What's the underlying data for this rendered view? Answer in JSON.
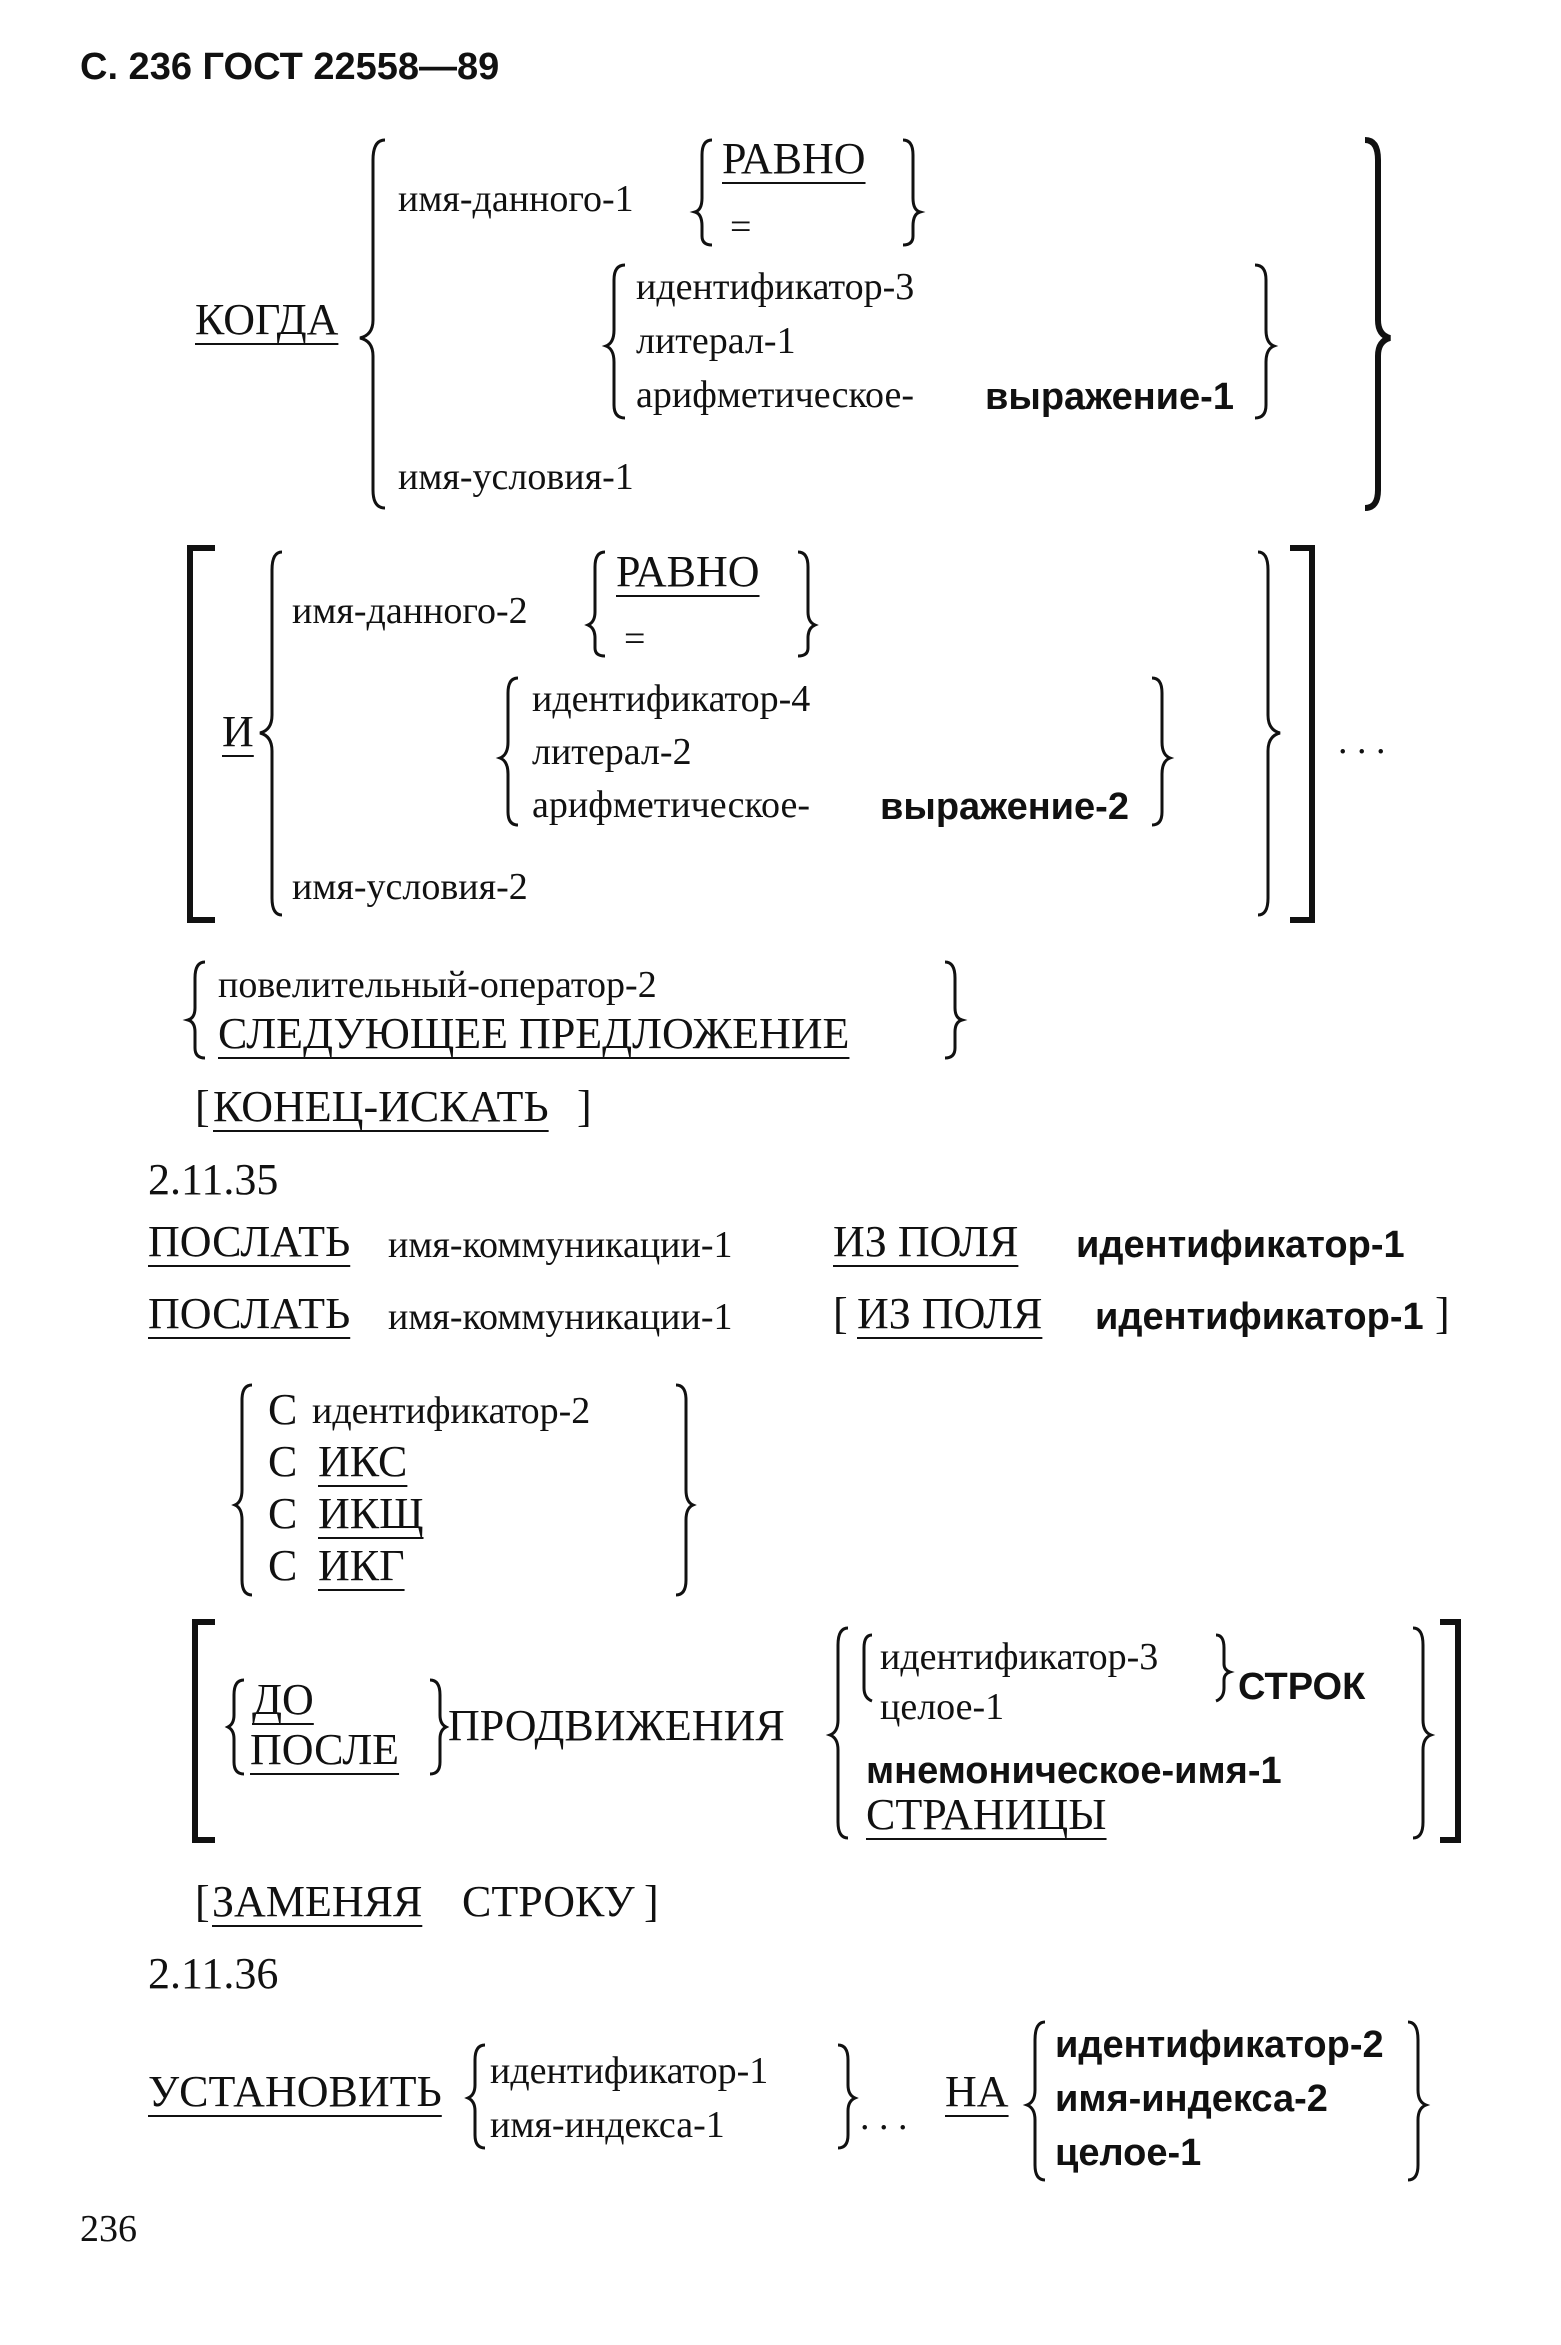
{
  "header": "С. 236 ГОСТ 22558—89",
  "when": {
    "kw": "КОГДА",
    "dataname": "имя-данного-1",
    "equal": "РАВНО",
    "eqsign": "=",
    "opts": [
      "идентификатор-3",
      "литерал-1",
      "арифметическое-"
    ],
    "opt3_bold": "выражение-1",
    "cond": "имя-условия-1"
  },
  "and": {
    "kw": "И",
    "dataname": "имя-данного-2",
    "equal": "РАВНО",
    "eqsign": "=",
    "opts": [
      "идентификатор-4",
      "литерал-2",
      "арифметическое-"
    ],
    "opt3_bold": "выражение-2",
    "cond": "имя-условия-2",
    "ellipsis": ". . ."
  },
  "imperative": {
    "op": "повелительный-оператор-2",
    "next": "СЛЕДУЮЩЕЕ ПРЕДЛОЖЕНИЕ",
    "end": "КОНЕЦ-ИСКАТЬ",
    "lb": "[",
    "rb": "]"
  },
  "s35": {
    "num": "2.11.35",
    "send": "ПОСЛАТЬ",
    "comm": "имя-коммуникации-1",
    "from": "ИЗ ПОЛЯ",
    "id1": "идентификатор-1",
    "lb": "[",
    "rb": "]",
    "c": "С",
    "with": [
      "идентификатор-2",
      "ИКС",
      "ИКЩ",
      "ИКГ"
    ],
    "before": "ДО",
    "after": "ПОСЛЕ",
    "advancing": "ПРОДВИЖЕНИЯ",
    "id3": "идентификатор-3",
    "int1": "целое-1",
    "lines": "СТРОК",
    "mnem": "мнемоническое-имя-1",
    "page": "СТРАНИЦЫ",
    "replacing": "ЗАМЕНЯЯ",
    "line": "СТРОКУ"
  },
  "s36": {
    "num": "2.11.36",
    "set": "УСТАНОВИТЬ",
    "left": [
      "идентификатор-1",
      "имя-индекса-1"
    ],
    "dots": ". . .",
    "to": "НА",
    "right": [
      "идентификатор-2",
      "имя-индекса-2",
      "целое-1"
    ]
  },
  "page_number": "236"
}
